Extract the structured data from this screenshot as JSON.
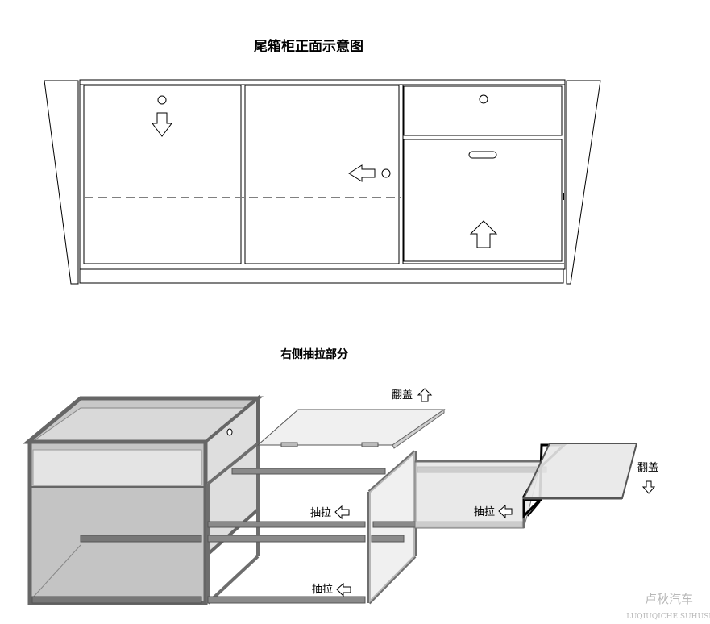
{
  "front_view": {
    "title": "尾箱柜正面示意图"
  },
  "drawer_view": {
    "title": "右侧抽拉部分",
    "labels": {
      "flip_lid_top": "翻盖",
      "flip_lid_right": "翻盖",
      "pull_middle": "抽拉",
      "pull_right": "抽拉",
      "pull_bottom": "抽拉"
    }
  },
  "watermark": {
    "line1": "卢秋汽车",
    "line2": "LUQIUQICHE SUHUSI"
  },
  "colors": {
    "line": "#000000",
    "frame_dark": "#6e6e6e",
    "panel_light": "#dcdcdc",
    "panel_mid": "#c4c4c4",
    "dashed": "#808080"
  }
}
